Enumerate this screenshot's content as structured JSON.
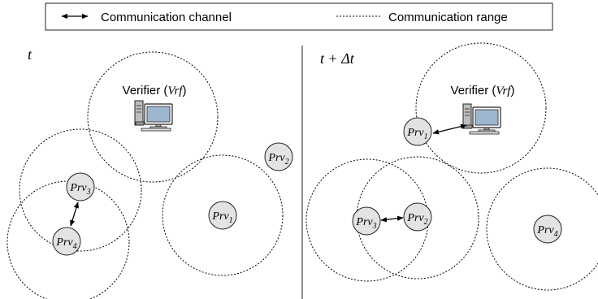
{
  "legend": {
    "channel_label": "Communication channel",
    "range_label": "Communication range"
  },
  "left_panel": {
    "time_label": "t",
    "verifier": {
      "prefix": "Verifier (",
      "abbr": "Vrf",
      "suffix": ")"
    },
    "nodes": [
      {
        "id": "prv3",
        "base": "Prv",
        "sub": "3"
      },
      {
        "id": "prv4",
        "base": "Prv",
        "sub": "4"
      },
      {
        "id": "prv1",
        "base": "Prv",
        "sub": "1"
      },
      {
        "id": "prv2",
        "base": "Prv",
        "sub": "2"
      }
    ]
  },
  "right_panel": {
    "time_label": "t + Δt",
    "verifier": {
      "prefix": "Verifier (",
      "abbr": "Vrf",
      "suffix": ")"
    },
    "nodes": [
      {
        "id": "prv1",
        "base": "Prv",
        "sub": "1"
      },
      {
        "id": "prv3",
        "base": "Prv",
        "sub": "3"
      },
      {
        "id": "prv2",
        "base": "Prv",
        "sub": "2"
      },
      {
        "id": "prv4",
        "base": "Prv",
        "sub": "4"
      }
    ]
  },
  "colors": {
    "node_fill": "#e3e3e3",
    "stroke": "#222222",
    "monitor_screen": "#9fb6cf"
  }
}
